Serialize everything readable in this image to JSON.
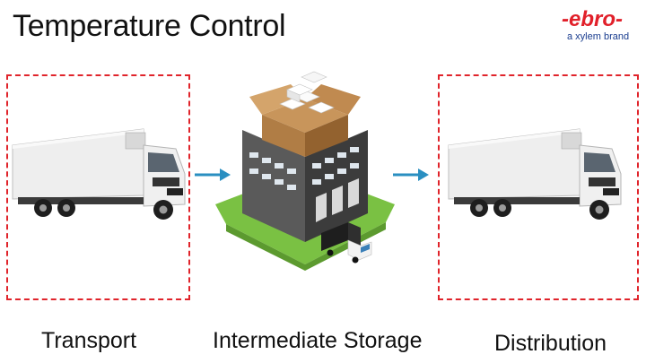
{
  "header": {
    "title": "Temperature Control"
  },
  "logo": {
    "word": "-ebro-",
    "subtitle": "a xylem brand"
  },
  "stages": [
    {
      "label": "Transport"
    },
    {
      "label": "Intermediate Storage"
    },
    {
      "label": "Distribution"
    }
  ],
  "colors": {
    "dashed_border": "#e0242b",
    "arrow": "#2a8fc1",
    "logo_red": "#e1202a",
    "logo_blue": "#1a3d8f"
  }
}
